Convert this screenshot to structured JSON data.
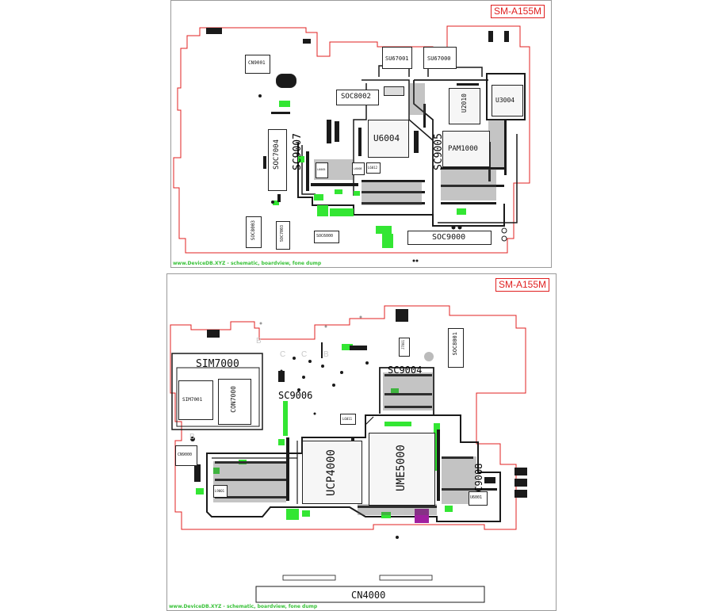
{
  "top_panel": {
    "model": "SM-A155M",
    "watermark": "www.DeviceDB.XYZ - schematic, boardview, fone dump",
    "labels": {
      "cn9001": "CN9001",
      "su67001": "SU67001",
      "su67000": "SU67000",
      "soc8002": "SOC8002",
      "u6004": "U6004",
      "u2010": "U2010",
      "u3004": "U3004",
      "sc9007": "SC9007",
      "sc9005": "SC9005",
      "pam1000": "PAM1000",
      "soc7004": "SOC7004",
      "soc8003": "SOC8003",
      "soc7003": "SOC7003",
      "soc6000": "SOC6000",
      "soc9000": "SOC9000",
      "l6008": "L6008",
      "l6012": "L6012",
      "l6005": "L6005"
    }
  },
  "bottom_panel": {
    "model": "SM-A155M",
    "watermark": "www.DeviceDB.XYZ - schematic, boardview, fone dump",
    "labels": {
      "sim7000": "SIM7000",
      "sim7001": "SIM7001",
      "con7000": "CON7000",
      "sc9006": "SC9006",
      "sc9004": "SC9004",
      "soc8001": "SOC8001",
      "ucp4000": "UCP4000",
      "ume5000": "UME5000",
      "sc9008": "SC9008",
      "cn9000": "CN9000",
      "u6001": "U6001",
      "l9001": "L9001",
      "cn4000": "CN4000",
      "l6011": "L6011",
      "j7001": "J7001"
    },
    "letters": [
      "B",
      "C",
      "C",
      "B",
      "B"
    ]
  },
  "colors": {
    "outline": "#e02020",
    "trace": "#1a1a1a",
    "highlight": "#33e633",
    "magenta": "#a020a0"
  }
}
